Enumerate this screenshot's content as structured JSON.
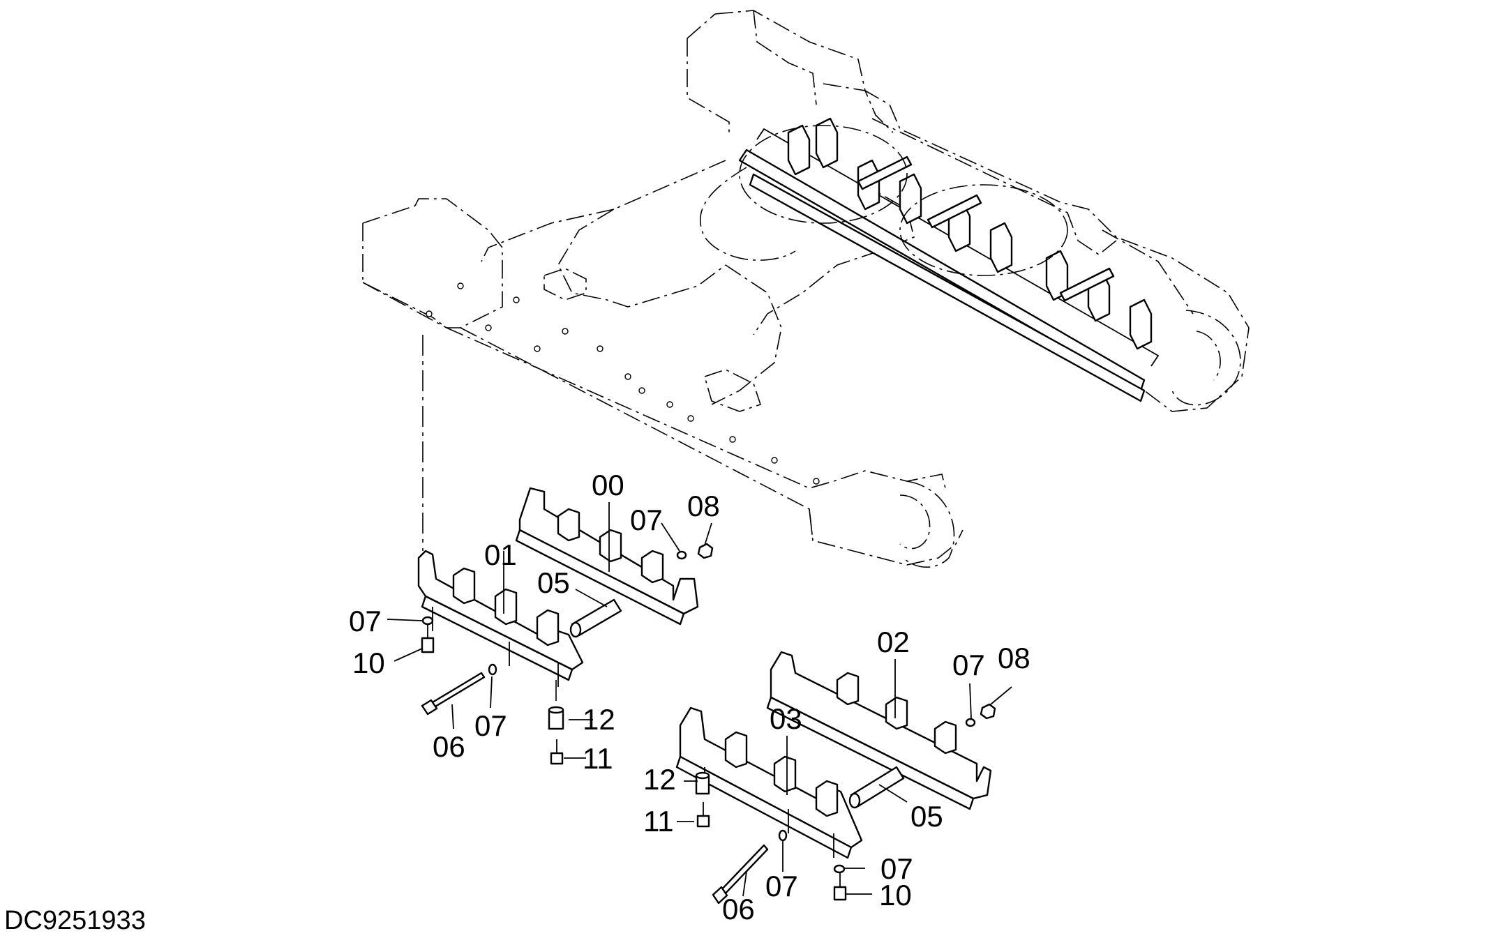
{
  "drawing_id": "DC9251933",
  "callouts": {
    "part_00": "00",
    "part_01": "01",
    "part_02": "02",
    "part_03": "03",
    "part_05_upper": "05",
    "part_05_lower": "05",
    "part_06_upper": "06",
    "part_06_lower": "06",
    "part_07_a": "07",
    "part_07_b": "07",
    "part_07_c": "07",
    "part_07_d": "07",
    "part_07_e": "07",
    "part_07_f": "07",
    "part_08_upper": "08",
    "part_08_lower": "08",
    "part_10_upper": "10",
    "part_10_lower": "10",
    "part_11_upper": "11",
    "part_11_lower": "11",
    "part_12_upper": "12",
    "part_12_lower": "12"
  }
}
